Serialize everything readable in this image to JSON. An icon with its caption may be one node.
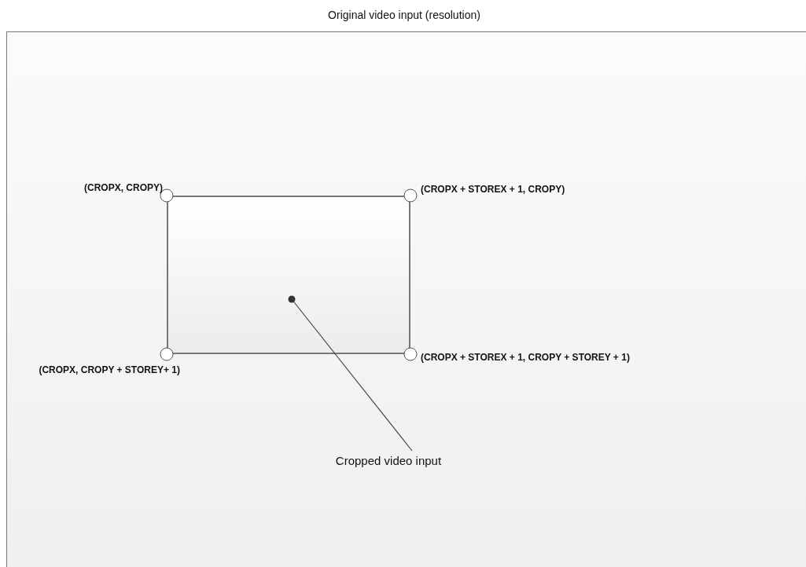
{
  "diagram": {
    "nodes": [
      {
        "text": [
          "Original video input (resolution)"
        ]
      },
      {
        "text": [],
        "shape": "box",
        "in": 0
      },
      {
        "text": [],
        "shape": "circle",
        "in": 0,
        "beside": [
          "(CROPX, CROPY)"
        ]
      },
      {
        "text": [],
        "shape": "circle",
        "in": 0,
        "beside": [
          "(CROPX + STOREX + 1, CROPY)"
        ]
      },
      {
        "text": [],
        "shape": "circle",
        "in": 0,
        "beside": [
          "(CROPX, CROPY + STOREY+ 1)"
        ]
      },
      {
        "text": [],
        "shape": "circle",
        "in": 0,
        "beside": [
          "(CROPX + STOREX + 1, CROPY + STOREY + 1)"
        ]
      },
      {
        "text": [
          "Cropped video input"
        ],
        "in": 0
      }
    ],
    "edges": [
      {
        "from": 6,
        "to": 1,
        "arrow": "other"
      }
    ]
  }
}
